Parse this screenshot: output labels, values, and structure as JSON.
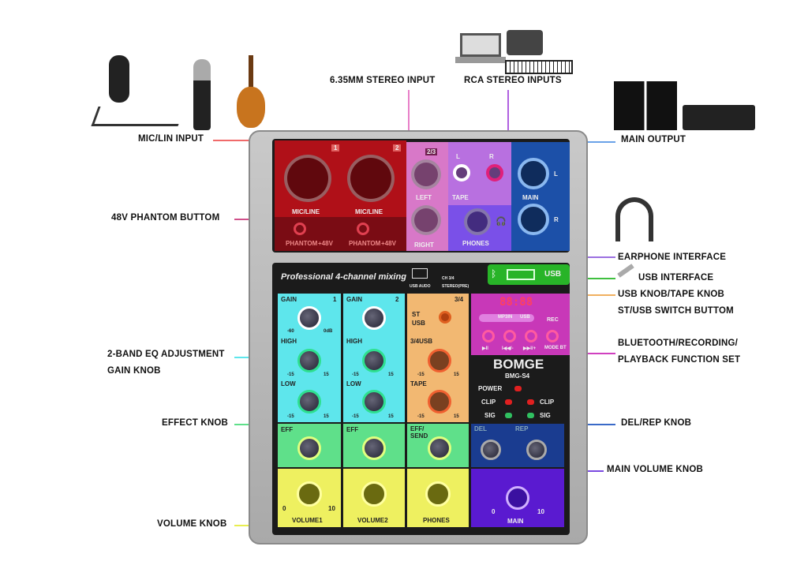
{
  "callouts": {
    "mic_lin_input": "MIC/LIN INPUT",
    "stereo_input_635": "6.35MM STEREO INPUT",
    "rca_stereo_inputs": "RCA STEREO INPUTS",
    "main_output": "MAIN OUTPUT",
    "phantom_button": "48V PHANTOM  BUTTOM",
    "earphone_interface": "EARPHONE INTERFACE",
    "usb_interface": "USB INTERFACE",
    "usb_tape_knob": "USB KNOB/TAPE KNOB",
    "st_usb_switch": "ST/USB SWITCH BUTTOM",
    "bt_line1": "BLUETOOTH/RECORDING/",
    "bt_line2": "PLAYBACK FUNCTION SET",
    "eq_line1": "2-BAND EQ ADJUSTMENT",
    "eq_line2": "GAIN KNOB",
    "effect_knob": "EFFECT KNOB",
    "del_rep_knob": "DEL/REP KNOB",
    "main_volume_knob": "MAIN VOLUME KNOB",
    "volume_knob": "VOLUME KNOB"
  },
  "colors": {
    "red": "#c0141c",
    "pink": "#e87fc8",
    "purple": "#b060e0",
    "blue": "#1f5cb8",
    "cyan": "#5ee6ec",
    "green": "#5fe08a",
    "yellow": "#eef060",
    "orange": "#f2b872",
    "magenta": "#d040c0",
    "violet": "#5a1ad0"
  },
  "top": {
    "ch1_num": "1",
    "ch2_num": "2",
    "mic_line": "MIC/LINE",
    "phantom": "PHANTOM",
    "v48": "+48V",
    "num23": "2/3",
    "left": "LEFT",
    "right": "RIGHT",
    "tape": "TAPE",
    "l": "L",
    "r": "R",
    "phones": "PHONES",
    "main": "MAIN"
  },
  "bottom": {
    "heading": "Professional 4-channel mixing",
    "usb_audio": "USB AUDO",
    "ch34": "CH 3/4",
    "stereo_pre": "STEREO(PRE)",
    "usb": "USB",
    "gain": "GAIN",
    "high": "HIGH",
    "low": "LOW",
    "eff": "EFF",
    "eff_send": "EFF/ SEND",
    "ch3_4": "3/4",
    "st": "ST",
    "usb_sw": "USB",
    "usb34": "3/4USB",
    "tape": "TAPE",
    "minus60": "-60",
    "odb": "0dB",
    "m15": "-15",
    "p15": "15",
    "zero": "0",
    "ten": "10",
    "volume1": "VOLUME1",
    "volume2": "VOLUME2",
    "phones": "PHONES",
    "display": "88:88",
    "mp3in": "MP3IN",
    "usb_mode": "USB",
    "rec": "REC",
    "btn_play": "▶II",
    "btn_prev": "I◀◀/-",
    "btn_next": "▶▶I/+",
    "btn_mode": "MODE BT",
    "brand": "BOMGE",
    "model": "BMG-S4",
    "power": "POWER",
    "clip": "CLIP",
    "sig": "SIG",
    "del": "DEL",
    "rep": "REP",
    "main": "MAIN"
  }
}
